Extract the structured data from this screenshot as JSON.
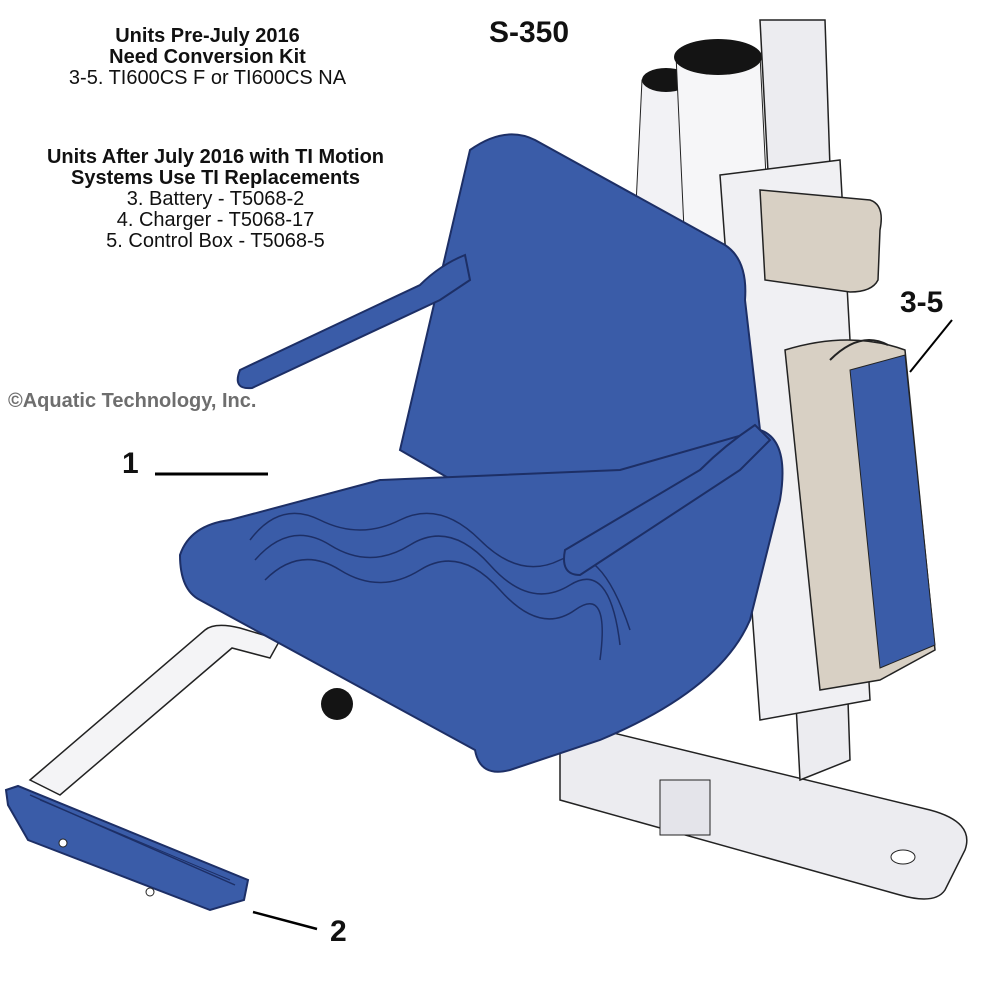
{
  "title": "S-350",
  "notes": {
    "pre_july": {
      "heading_line1": "Units Pre-July 2016",
      "heading_line2": "Need Conversion Kit",
      "items": [
        "3-5. TI600CS F or TI600CS NA"
      ]
    },
    "post_july": {
      "heading_line1": "Units After July 2016 with TI Motion",
      "heading_line2": "Systems Use TI Replacements",
      "items": [
        "3. Battery - T5068-2",
        "4. Charger - T5068-17",
        "5. Control Box - T5068-5"
      ]
    }
  },
  "copyright": "©Aquatic Technology, Inc.",
  "callouts": [
    {
      "label": "1",
      "part": "seat"
    },
    {
      "label": "2",
      "part": "footrest"
    },
    {
      "label": "3-5",
      "part": "battery-charger-control-box"
    }
  ],
  "colors": {
    "seat_blue": "#3a5ca8",
    "seat_edge": "#1d2f66",
    "frame_white": "#ececf0",
    "cap_black": "#141414",
    "actuator_tan": "#d8d0c4",
    "copyright_gray": "#6e6e6e"
  }
}
